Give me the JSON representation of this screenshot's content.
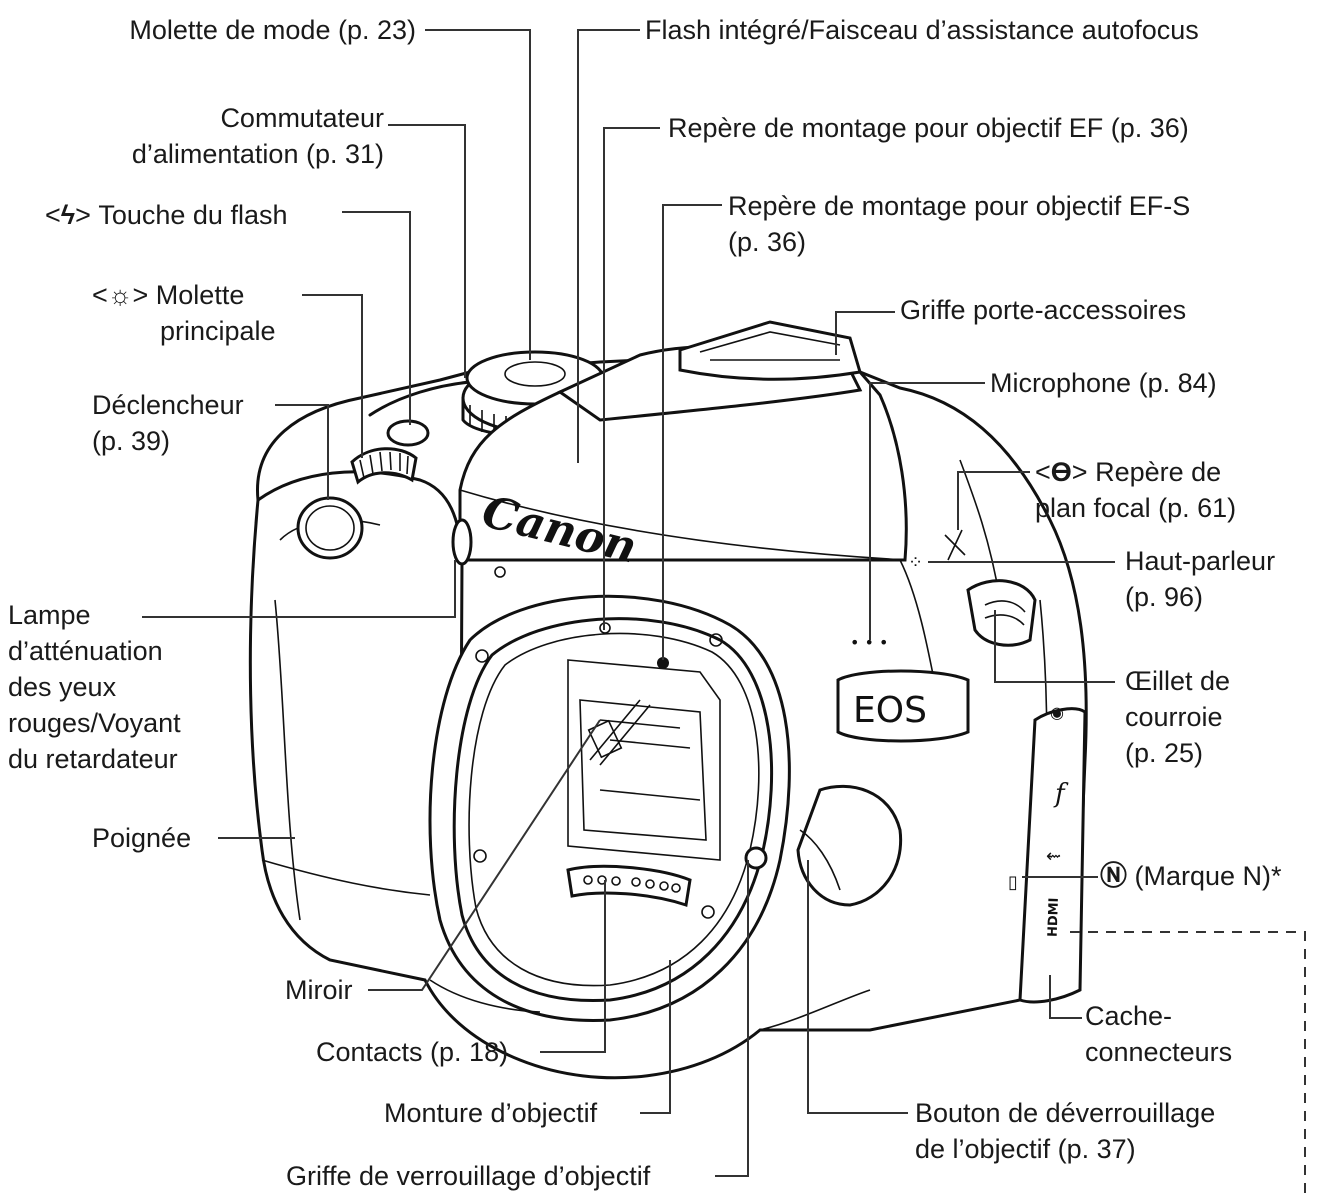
{
  "labels": {
    "mode_dial": "Molette de mode (p. 23)",
    "flash": "Flash intégré/Faisceau d’assistance autofocus",
    "power_1": "Commutateur",
    "power_2": "d’alimentation (p. 31)",
    "ef_mount": "Repère de montage pour objectif EF (p. 36)",
    "flash_btn_open": "<",
    "flash_btn_glyph": "ϟ",
    "flash_btn_text": "> Touche du flash",
    "efs_1": "Repère de montage pour objectif EF-S",
    "efs_2": "(p. 36)",
    "main_dial_open": "<",
    "main_dial_glyph": "☼",
    "main_dial_text": "> Molette",
    "main_dial_2": "principale",
    "hotshoe": "Griffe porte-accessoires",
    "shutter_1": "Déclencheur",
    "shutter_2": "(p. 39)",
    "mic": "Microphone (p. 84)",
    "focal_open": "<",
    "focal_glyph": "ϴ",
    "focal_text": "> Repère de",
    "focal_2": "plan focal (p. 61)",
    "speaker_1": "Haut-parleur",
    "speaker_2": "(p. 96)",
    "lamp_1": "Lampe",
    "lamp_2": "d’atténuation",
    "lamp_3": "des yeux",
    "lamp_4": "rouges/Voyant",
    "lamp_5": "du retardateur",
    "strap_1": "Œillet de",
    "strap_2": "courroie",
    "strap_3": "(p. 25)",
    "grip": "Poignée",
    "nmark_glyph": "Ⓝ",
    "nmark_text": "(Marque N)*",
    "mirror": "Miroir",
    "cover_1": "Cache-",
    "cover_2": "connecteurs",
    "contacts": "Contacts (p. 18)",
    "mount": "Monture d’objectif",
    "release_1": "Bouton de déverrouillage",
    "release_2": "de l’objectif (p. 37)",
    "lockpin": "Griffe de verrouillage d’objectif"
  },
  "camera": {
    "brand": "Canon",
    "model": "EOS",
    "port_label": "HDMI"
  },
  "icons": {
    "flash_button": "lightning-icon",
    "main_dial": "dial-icon",
    "focal_plane": "focal-plane-mark-icon",
    "nfc": "n-mark-icon"
  }
}
